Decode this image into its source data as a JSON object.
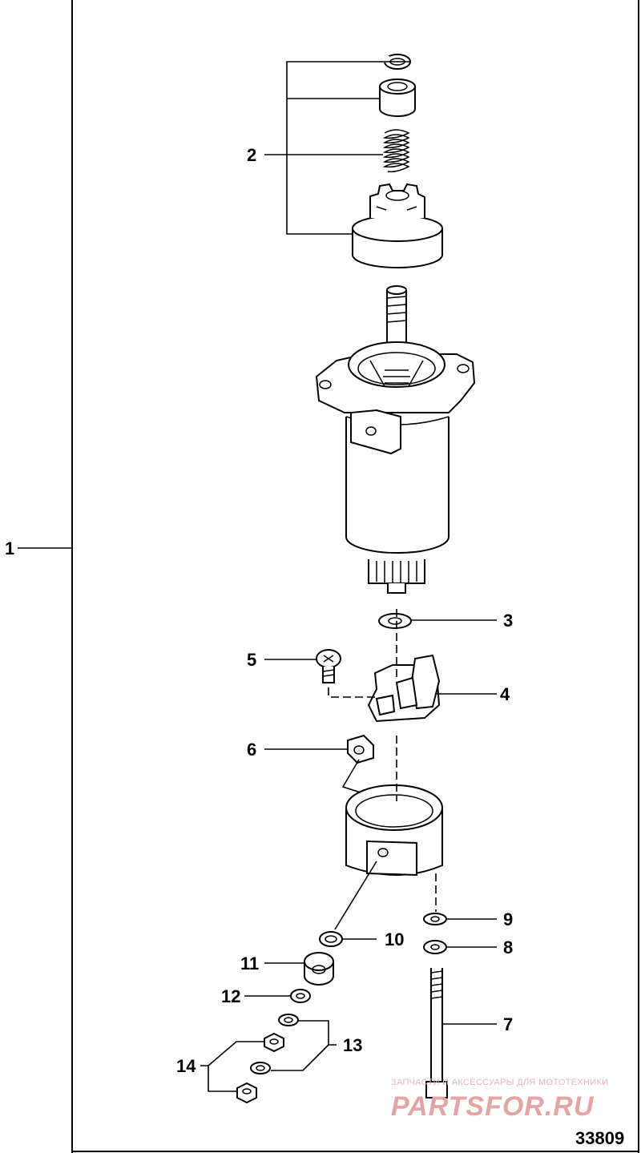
{
  "callouts": [
    {
      "id": "1",
      "label": "1"
    },
    {
      "id": "2",
      "label": "2"
    },
    {
      "id": "3",
      "label": "3"
    },
    {
      "id": "4",
      "label": "4"
    },
    {
      "id": "5",
      "label": "5"
    },
    {
      "id": "6",
      "label": "6"
    },
    {
      "id": "7",
      "label": "7"
    },
    {
      "id": "8",
      "label": "8"
    },
    {
      "id": "9",
      "label": "9"
    },
    {
      "id": "10",
      "label": "10"
    },
    {
      "id": "11",
      "label": "11"
    },
    {
      "id": "12",
      "label": "12"
    },
    {
      "id": "13",
      "label": "13"
    },
    {
      "id": "14",
      "label": "14"
    }
  ],
  "drawing_number": "33809",
  "watermark": {
    "tagline": "ЗАПЧАСТИ И АКСЕССУАРЫ ДЛЯ МОТОТЕХНИКИ",
    "brand": "PARTSFOR.RU"
  },
  "colors": {
    "line": "#000000",
    "background": "#ffffff",
    "watermark": "#e3a4a4"
  }
}
